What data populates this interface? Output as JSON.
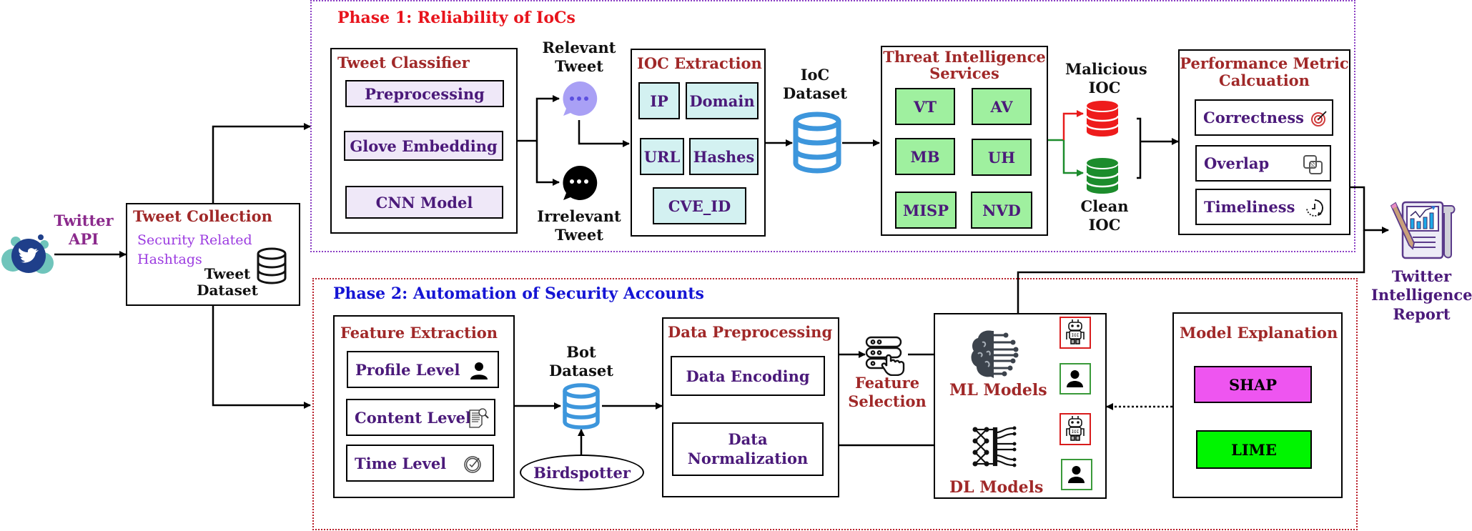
{
  "source": {
    "api_label": "Twitter API",
    "icon": "twitter-bird-icon"
  },
  "tweet_collection": {
    "title": "Tweet Collection",
    "subtitle_line1": "Security Related",
    "subtitle_line2": "Hashtags",
    "dataset_line1": "Tweet",
    "dataset_line2": "Dataset",
    "icon": "database-icon"
  },
  "phase1": {
    "title": "Phase 1: Reliability of IoCs",
    "title_color": "#e8141c",
    "tweet_classifier": {
      "title": "Tweet Classifier",
      "steps": [
        "Preprocessing",
        "Glove Embedding",
        "CNN Model"
      ]
    },
    "relevant": {
      "line1": "Relevant",
      "line2": "Tweet",
      "icon": "chat-bubble-icon",
      "color": "#a9a0f5"
    },
    "irrelevant": {
      "line1": "Irrelevant",
      "line2": "Tweet",
      "icon": "chat-bubble-icon",
      "color": "#000000"
    },
    "ioc_extraction": {
      "title": "IOC Extraction",
      "items": [
        "IP",
        "Domain",
        "URL",
        "Hashes",
        "CVE_ID"
      ]
    },
    "ioc_dataset": {
      "line1": "IoC",
      "line2": "Dataset",
      "icon": "database-icon",
      "color": "#3d96dc"
    },
    "threat_intel": {
      "title_line1": "Threat Intelligence",
      "title_line2": "Services",
      "items": [
        "VT",
        "AV",
        "MB",
        "UH",
        "MISP",
        "NVD"
      ]
    },
    "malicious": {
      "line1": "Malicious",
      "line2": "IOC",
      "icon": "database-icon",
      "color": "#ee1c1c"
    },
    "clean": {
      "line1": "Clean",
      "line2": "IOC",
      "icon": "database-icon",
      "color": "#1c8c2c"
    },
    "performance": {
      "title_line1": "Performance Metric",
      "title_line2": "Calcuation",
      "metrics": [
        {
          "label": "Correctness",
          "icon": "target-icon"
        },
        {
          "label": "Overlap",
          "icon": "overlap-squares-icon"
        },
        {
          "label": "Timeliness",
          "icon": "clock-icon"
        }
      ]
    }
  },
  "phase2": {
    "title": "Phase 2: Automation of Security Accounts",
    "title_color": "#1414d4",
    "feature_extraction": {
      "title": "Feature Extraction",
      "levels": [
        {
          "label": "Profile Level",
          "icon": "user-icon"
        },
        {
          "label": "Content Level",
          "icon": "document-search-icon"
        },
        {
          "label": "Time Level",
          "icon": "clock-check-icon"
        }
      ]
    },
    "bot_dataset": {
      "line1": "Bot",
      "line2": "Dataset",
      "icon": "database-icon",
      "color": "#3d96dc"
    },
    "birdspotter": "Birdspotter",
    "data_preprocessing": {
      "title": "Data Preprocessing",
      "steps": [
        "Data Encoding",
        "Data Normalization"
      ]
    },
    "feature_selection": {
      "line1": "Feature",
      "line2": "Selection",
      "icon": "server-select-icon"
    },
    "models": {
      "ml_label": "ML Models",
      "dl_label": "DL Models",
      "ml_icon": "brain-circuit-icon",
      "dl_icon": "neural-network-icon",
      "outputs": [
        {
          "icon": "robot-icon",
          "border": "#d81c1c"
        },
        {
          "icon": "user-icon",
          "border": "#3a9a3a"
        }
      ]
    },
    "model_explanation": {
      "title": "Model Explanation",
      "methods": [
        {
          "label": "SHAP",
          "color": "#ee55f0"
        },
        {
          "label": "LIME",
          "color": "#00f500"
        }
      ]
    }
  },
  "report": {
    "line1": "Twitter",
    "line2": "Intelligence",
    "line3": "Report",
    "icon": "report-chart-icon"
  }
}
